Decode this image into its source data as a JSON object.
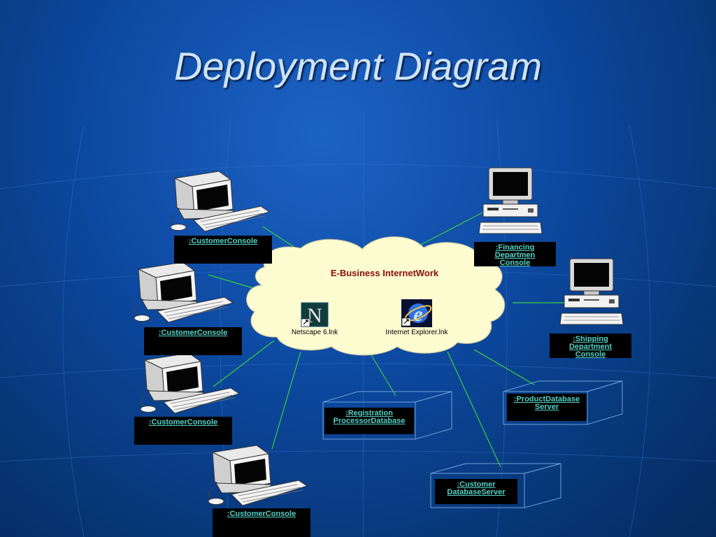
{
  "slide": {
    "title": "Deployment Diagram"
  },
  "cloud": {
    "title": "E-Business InternetWork",
    "shortcuts": [
      {
        "label": "Netscape 6.lnk",
        "icon": "netscape-icon"
      },
      {
        "label": "Internet Explorer.lnk",
        "icon": "internet-explorer-icon"
      }
    ]
  },
  "nodes": {
    "customer_console_1": ":CustomerConsole",
    "customer_console_2": ":CustomerConsole",
    "customer_console_3": ":CustomerConsole",
    "customer_console_4": ":CustomerConsole",
    "financing": [
      ":Financing",
      "Departmen",
      "Console"
    ],
    "shipping": [
      ":Shipping",
      "Department",
      "Console"
    ],
    "product_db": [
      ":ProductDatabase",
      "Server"
    ],
    "registration_db": [
      ":Registration",
      "ProcessorDatabase"
    ],
    "customer_db": [
      ":Customer",
      "DatabaseServer"
    ]
  },
  "colors": {
    "connector": "#39d13a",
    "label_text": "#56d2c6",
    "cloud_fill": "#fdfbd0",
    "cloud_title": "#8a0d0d"
  }
}
